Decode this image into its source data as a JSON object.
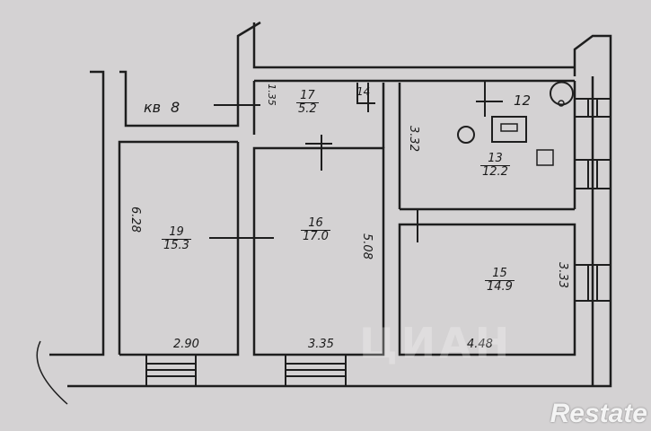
{
  "apartment_label": "кв",
  "rooms": [
    {
      "id": "19",
      "area": "15.3"
    },
    {
      "id": "16",
      "area": "17.0"
    },
    {
      "id": "17",
      "area": "5.2"
    },
    {
      "id": "12",
      "area": ""
    },
    {
      "id": "13",
      "area": "12.2"
    },
    {
      "id": "15",
      "area": "14.9"
    },
    {
      "id": "14",
      "area": ""
    }
  ],
  "dimensions": {
    "room19_depth": "6.28",
    "room16_depth": "5.08",
    "room17_depth": "1.35",
    "room13_depth": "3.32",
    "room15_depth": "3.33",
    "room19_width": "2.90",
    "room16_width": "3.35",
    "room15_width": "4.48"
  },
  "watermark": "ЦИАН",
  "brand_logo": "Restate"
}
